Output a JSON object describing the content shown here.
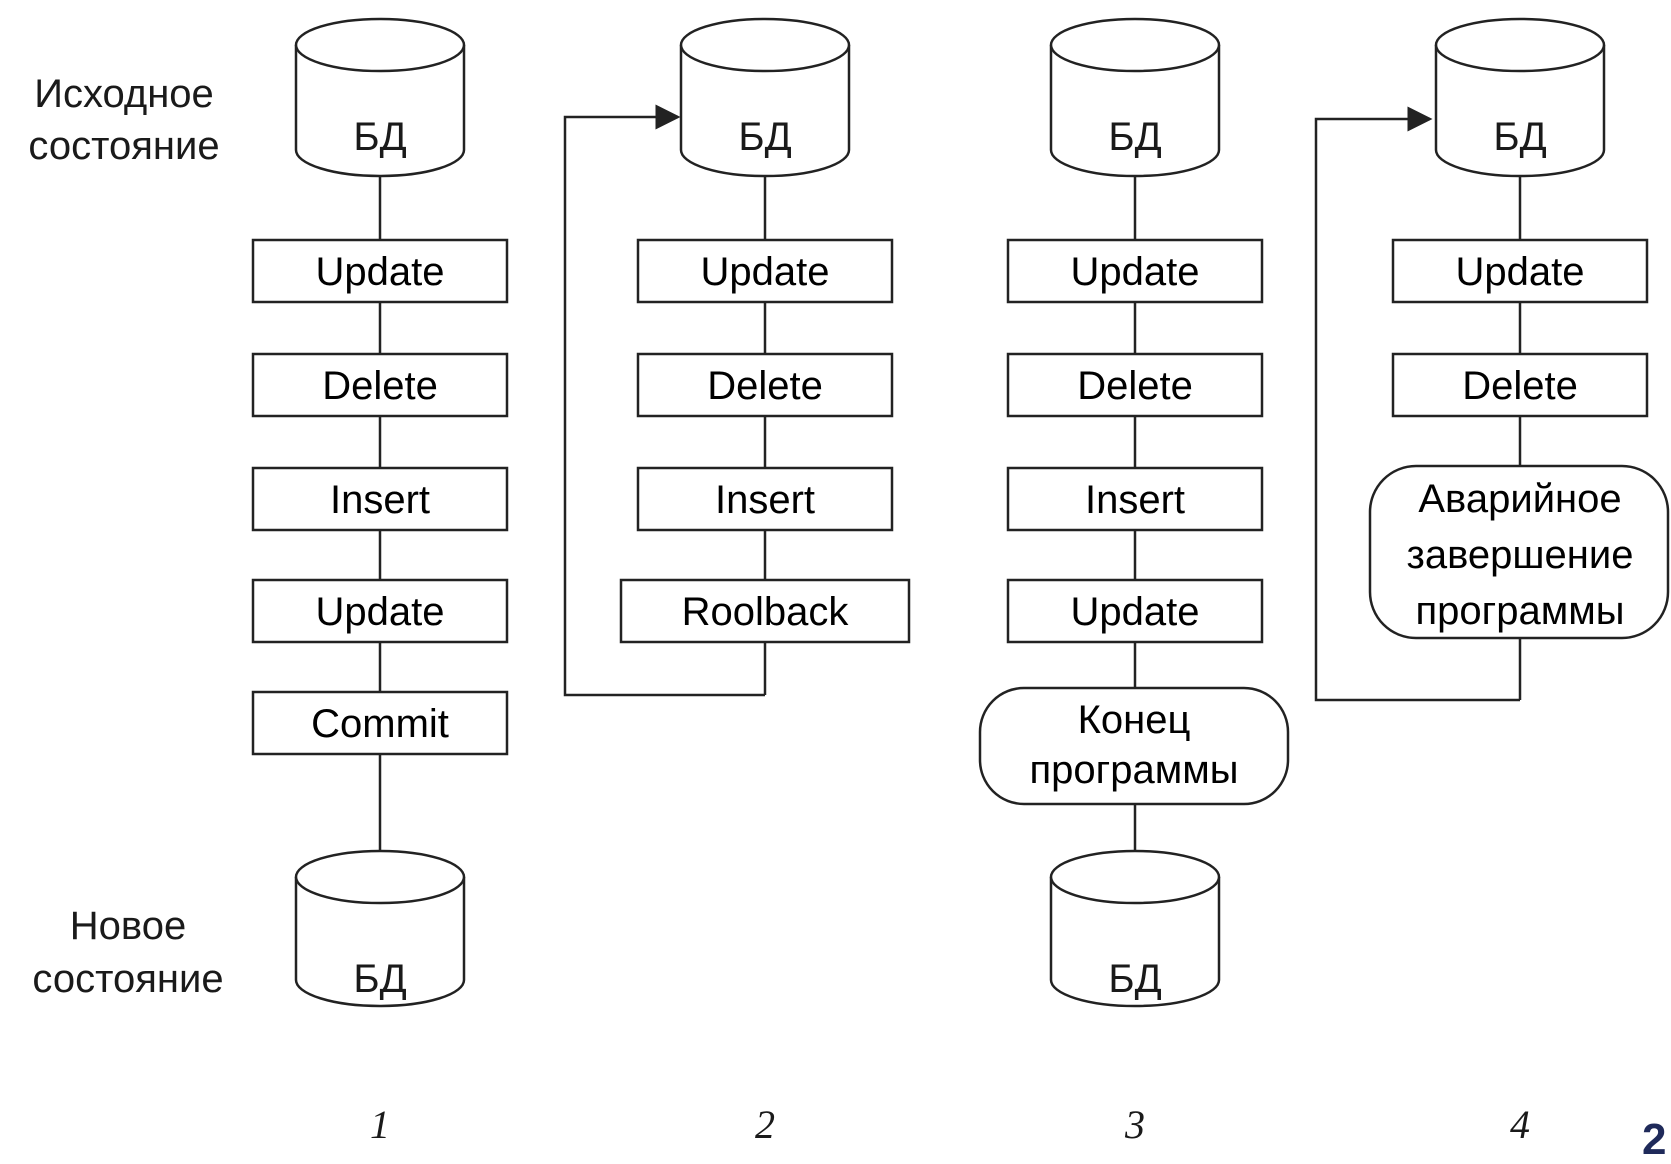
{
  "side_labels": {
    "initial_state": [
      "Исходное",
      "состояние"
    ],
    "new_state": [
      "Новое",
      "состояние"
    ]
  },
  "db_label": "БД",
  "columns": [
    {
      "label": "1",
      "steps": [
        "Update",
        "Delete",
        "Insert",
        "Update",
        "Commit"
      ]
    },
    {
      "label": "2",
      "steps": [
        "Update",
        "Delete",
        "Insert",
        "Roolback"
      ]
    },
    {
      "label": "3",
      "steps": [
        "Update",
        "Delete",
        "Insert",
        "Update"
      ],
      "end": [
        "Конец",
        "программы"
      ]
    },
    {
      "label": "4",
      "steps": [
        "Update",
        "Delete"
      ],
      "end": [
        "Аварийное",
        "завершение",
        "программы"
      ]
    }
  ],
  "page_number": "2"
}
